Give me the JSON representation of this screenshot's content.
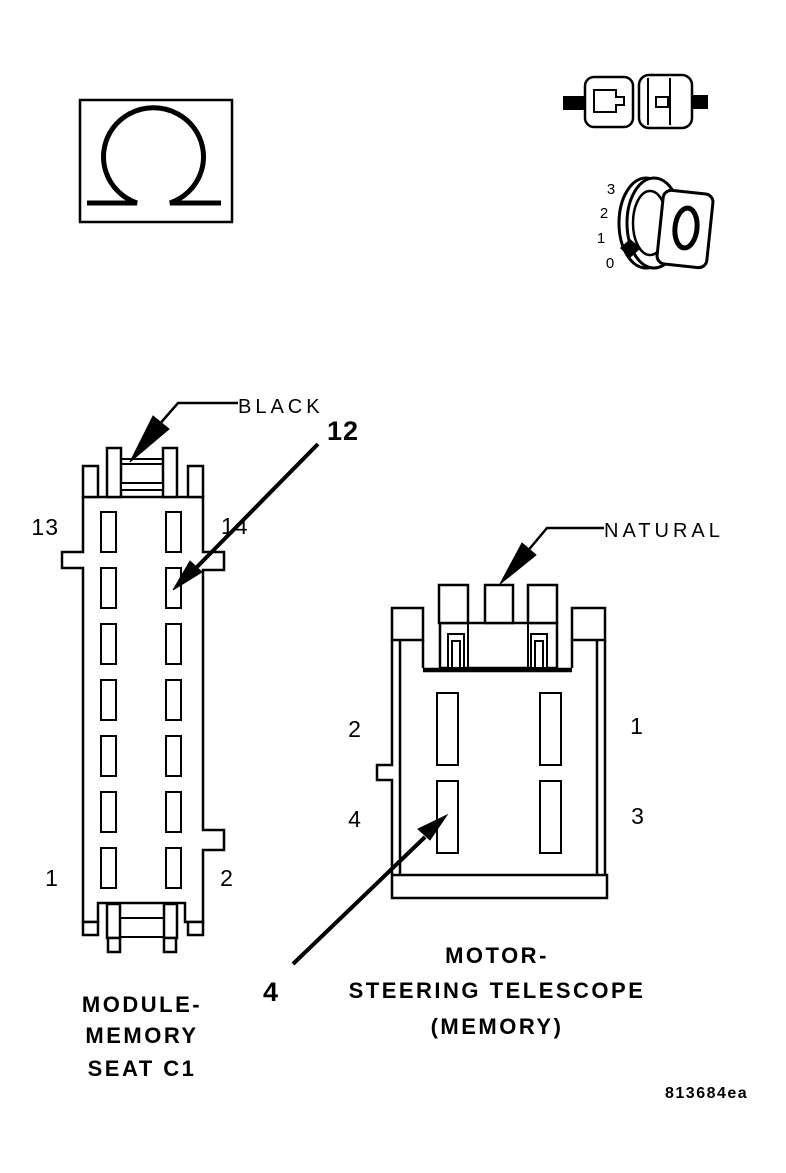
{
  "drawing_code": "813684ea",
  "ohmmeter_box": {
    "symbol": "Ω"
  },
  "dial_icon": {
    "scale": [
      "3",
      "2",
      "1",
      "0"
    ]
  },
  "left_connector": {
    "title": [
      "MODULE-",
      "MEMORY",
      "SEAT C1"
    ],
    "color_label": "BLACK",
    "callout_pin": "12",
    "pins": {
      "top_left": "13",
      "top_right": "14",
      "bottom_left": "1",
      "bottom_right": "2"
    }
  },
  "right_connector": {
    "title": [
      "MOTOR-",
      "STEERING TELESCOPE",
      "(MEMORY)"
    ],
    "color_label": "NATURAL",
    "callout_pin": "4",
    "pins": {
      "top_left": "2",
      "top_right": "1",
      "bottom_left": "4",
      "bottom_right": "3"
    }
  }
}
